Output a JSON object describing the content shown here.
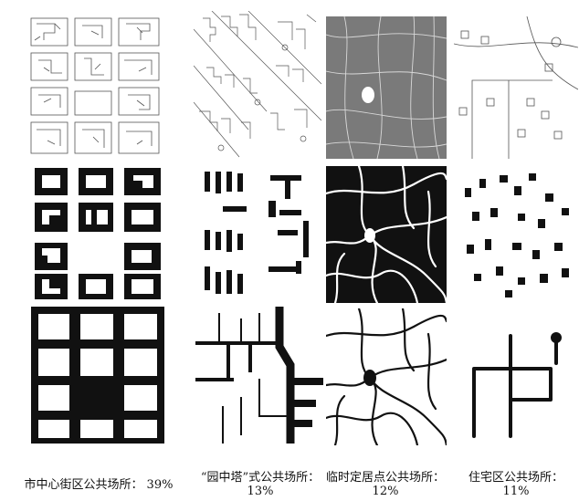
{
  "figure": {
    "columns": [
      {
        "key": "city-center",
        "name": "市中心街区公共场所：",
        "percent": "39%"
      },
      {
        "key": "tower-park",
        "name": "“园中塔”式公共场所：",
        "percent": "13%"
      },
      {
        "key": "settlement",
        "name": "临时定居点公共场所：",
        "percent": "12%"
      },
      {
        "key": "residential",
        "name": "住宅区公共场所：",
        "percent": "11%"
      }
    ],
    "rows": [
      "sketch",
      "figure-ground",
      "public-space-network"
    ],
    "colors": {
      "ink": "#111111",
      "paper": "#ffffff",
      "sketch_line": "#555555"
    }
  }
}
